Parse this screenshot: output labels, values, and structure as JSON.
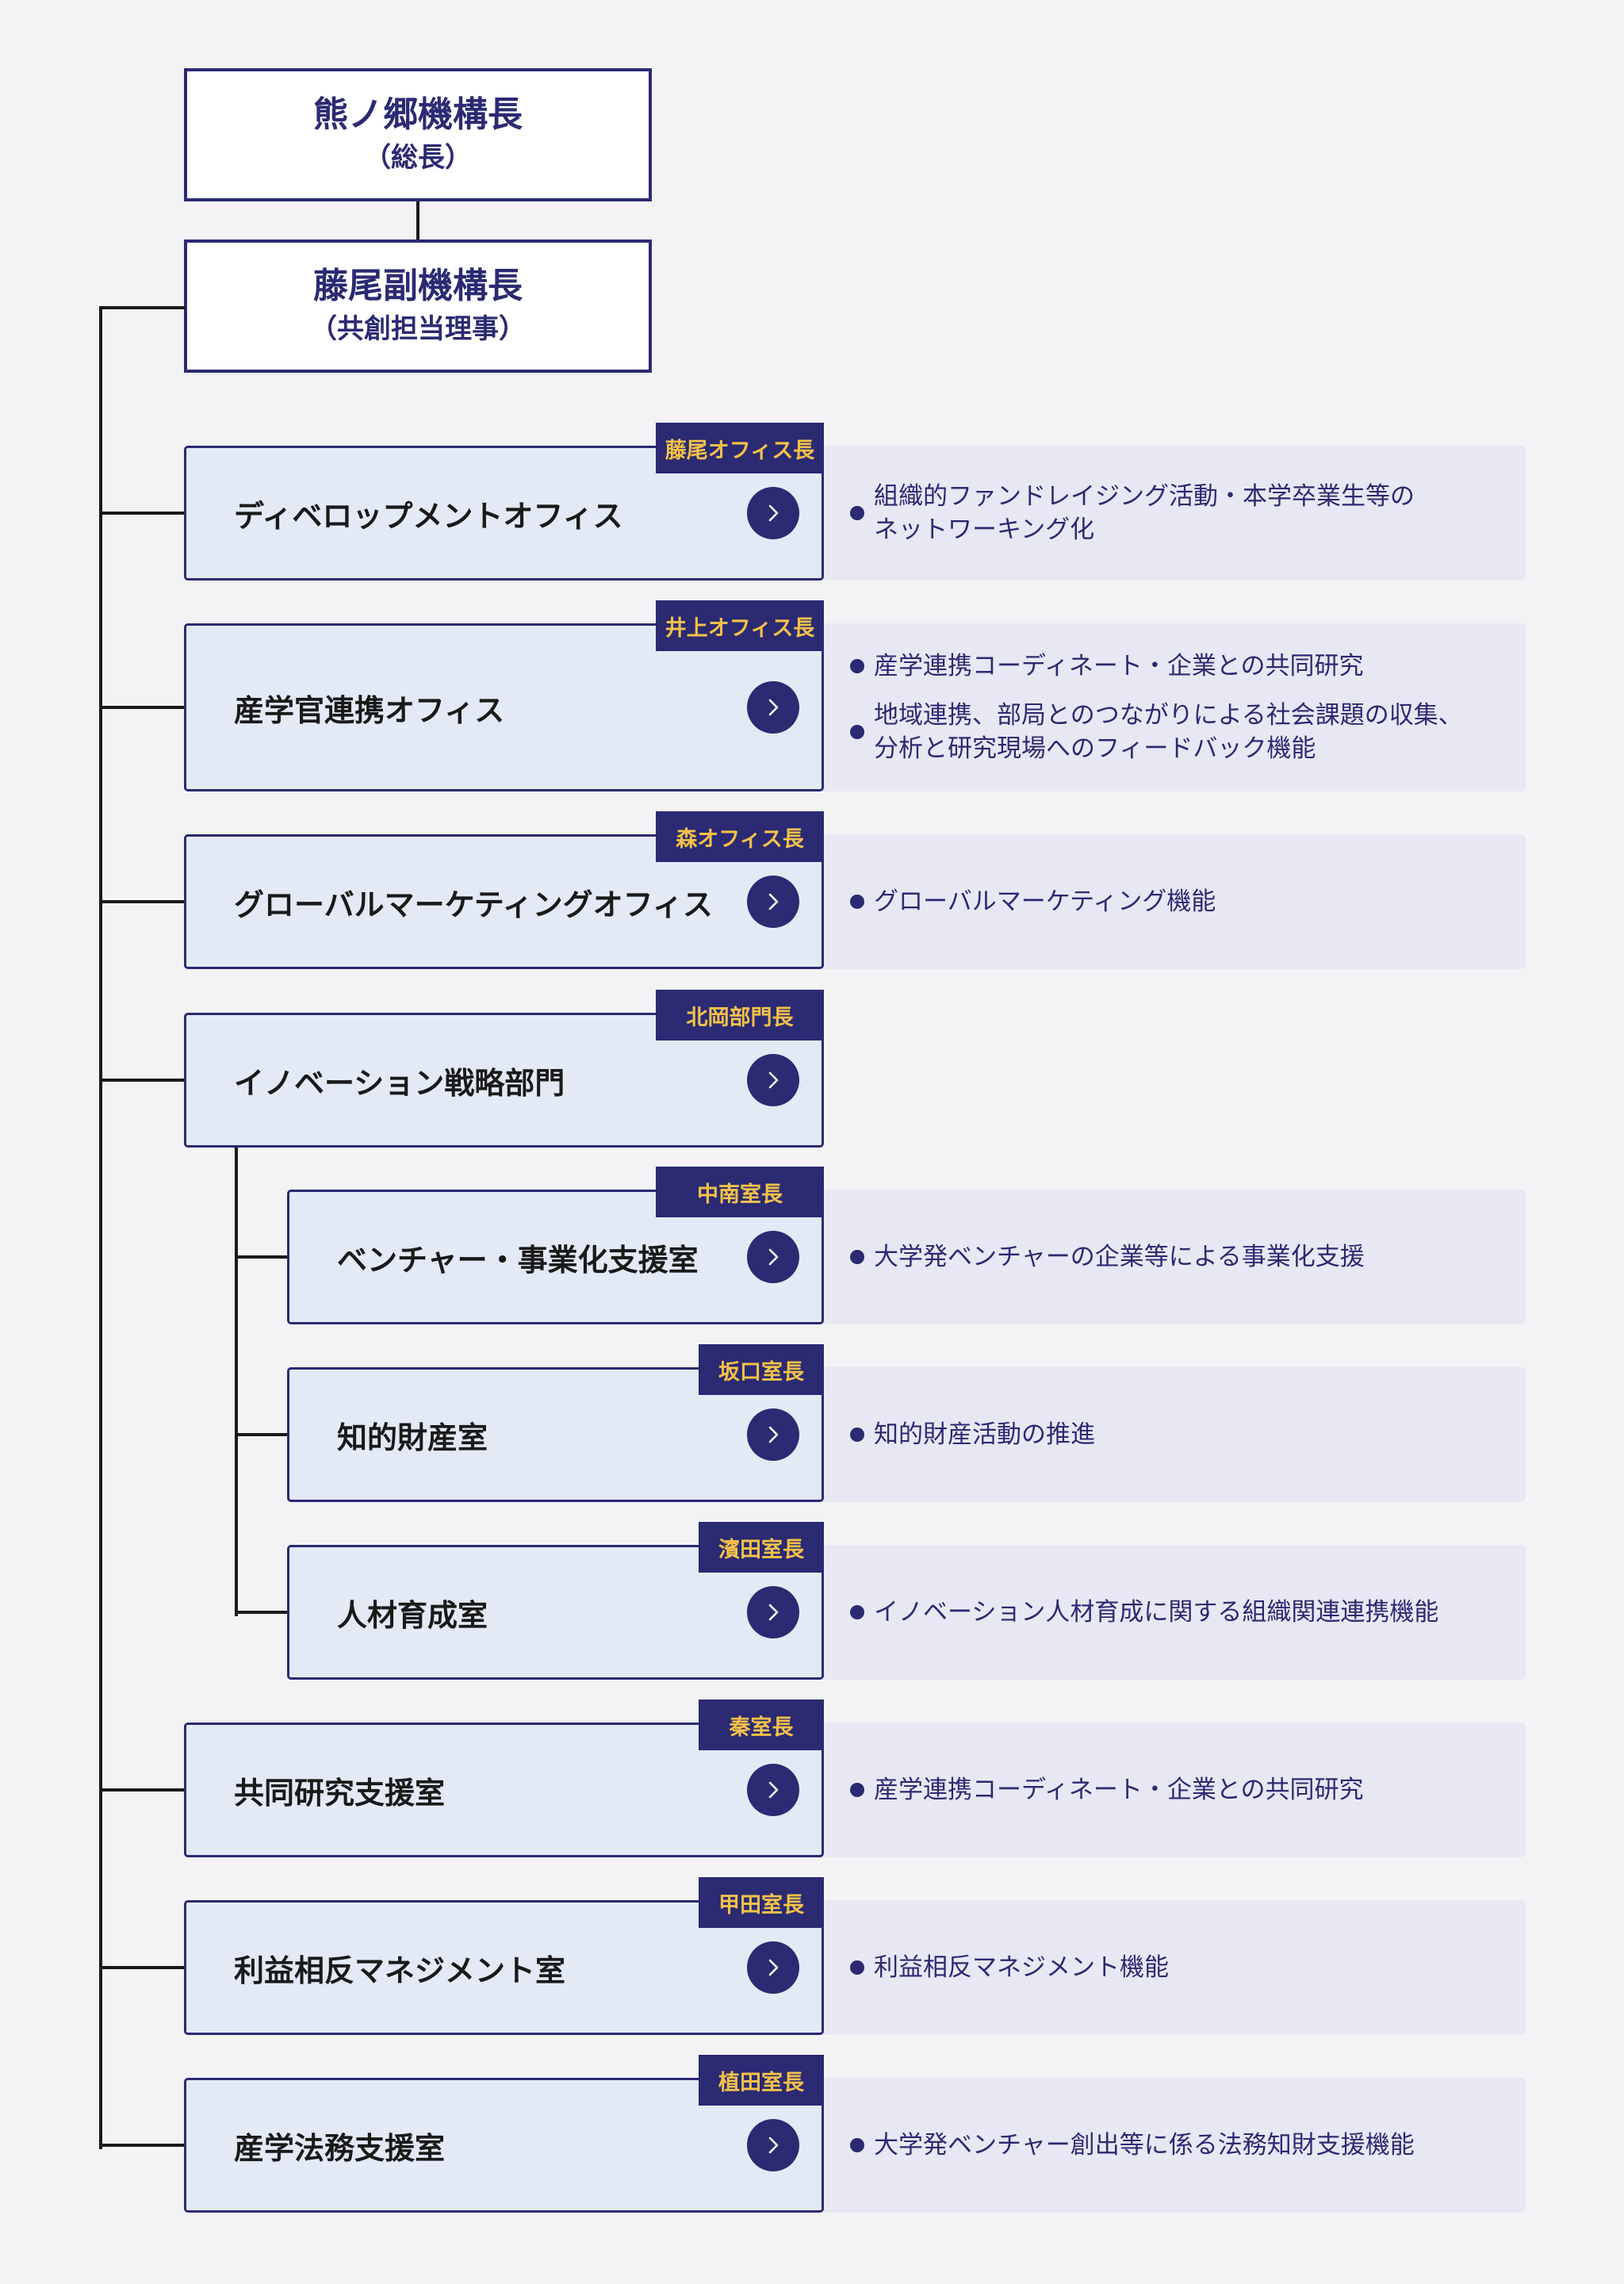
{
  "executives": [
    {
      "name": "熊ノ郷機構長",
      "title": "（総長）"
    },
    {
      "name": "藤尾副機構長",
      "title": "（共創担当理事）"
    }
  ],
  "units": [
    {
      "name": "ディベロップメントオフィス",
      "head": "藤尾オフィス長",
      "roles": [
        "組織的ファンドレイジング活動・本学卒業生等の\nネットワーキング化"
      ]
    },
    {
      "name": "産学官連携オフィス",
      "head": "井上オフィス長",
      "roles": [
        "産学連携コーディネート・企業との共同研究",
        "地域連携、部局とのつながりによる社会課題の収集、\n分析と研究現場へのフィードバック機能"
      ]
    },
    {
      "name": "グローバルマーケティングオフィス",
      "head": "森オフィス長",
      "roles": [
        "グローバルマーケティング機能"
      ]
    },
    {
      "name": "イノベーション戦略部門",
      "head": "北岡部門長",
      "roles": []
    },
    {
      "name": "ベンチャー・事業化支援室",
      "head": "中南室長",
      "roles": [
        "大学発ベンチャーの企業等による事業化支援"
      ]
    },
    {
      "name": "知的財産室",
      "head": "坂口室長",
      "roles": [
        "知的財産活動の推進"
      ]
    },
    {
      "name": "人材育成室",
      "head": "濱田室長",
      "roles": [
        "イノベーション人材育成に関する組織関連連携機能"
      ]
    },
    {
      "name": "共同研究支援室",
      "head": "秦室長",
      "roles": [
        "産学連携コーディネート・企業との共同研究"
      ]
    },
    {
      "name": "利益相反マネジメント室",
      "head": "甲田室長",
      "roles": [
        "利益相反マネジメント機能"
      ]
    },
    {
      "name": "産学法務支援室",
      "head": "植田室長",
      "roles": [
        "大学発ベンチャー創出等に係る法務知財支援機能"
      ]
    }
  ],
  "colors": {
    "primary": "#2b2a72",
    "accent": "#f3c14a",
    "box_fill": "#e3eaf5",
    "desc_fill": "#e8e8f4"
  },
  "icons": {
    "unit_link": "chevron-right-icon",
    "role_bullet": "bullet-dot-icon"
  }
}
